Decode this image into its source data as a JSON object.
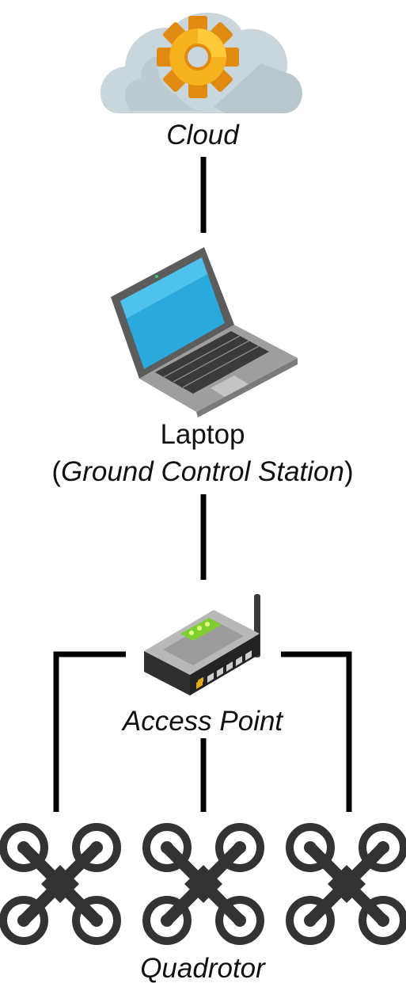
{
  "nodes": {
    "cloud": {
      "label": "Cloud",
      "icon": "cloud-gear-icon"
    },
    "laptop": {
      "label_line1": "Laptop",
      "label_open": "(",
      "label_line2": "Ground Control Station",
      "label_close": ")",
      "icon": "laptop-icon"
    },
    "access_point": {
      "label": "Access Point",
      "icon": "wireless-router-icon"
    },
    "quadrotors": {
      "label": "Quadrotor",
      "icon": "quadrotor-icon",
      "count": 3
    }
  },
  "edges": [
    {
      "from": "Cloud",
      "to": "Laptop"
    },
    {
      "from": "Laptop",
      "to": "Access Point"
    },
    {
      "from": "Access Point",
      "to": "Quadrotor 1"
    },
    {
      "from": "Access Point",
      "to": "Quadrotor 2"
    },
    {
      "from": "Access Point",
      "to": "Quadrotor 3"
    }
  ],
  "colors": {
    "cloud": "#c9d6dc",
    "gear": "#f5b21c",
    "gear_shade": "#e08a12",
    "laptop_body": "#8c8c8c",
    "laptop_screen": "#2aa9dd",
    "router_body": "#2f2f2f",
    "router_led": "#9be04a",
    "drone": "#333333",
    "edge": "#000000"
  }
}
